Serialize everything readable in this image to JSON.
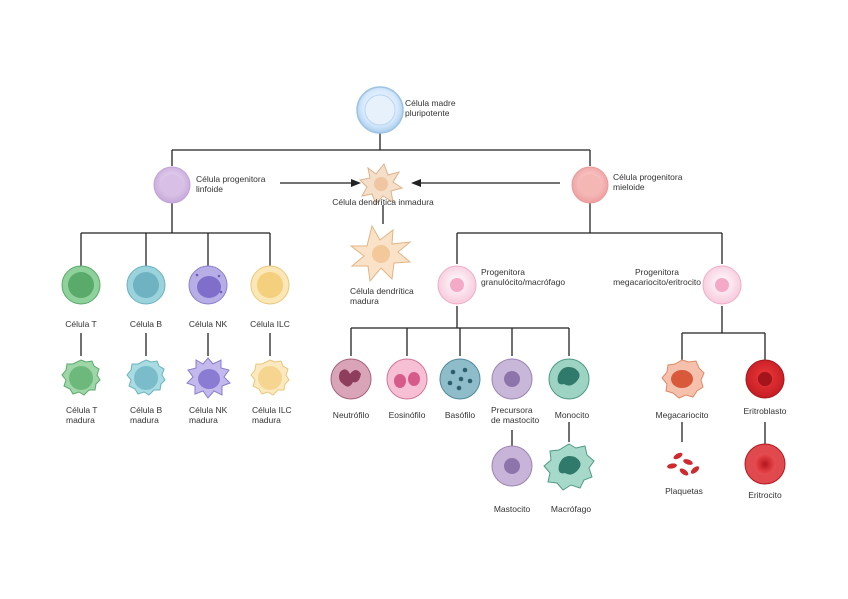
{
  "diagram": {
    "stem": {
      "line1": "Célula madre",
      "line2": "pluripotente"
    },
    "lymphoid": {
      "line1": "Célula progenitora",
      "line2": "linfoide"
    },
    "myeloid": {
      "line1": "Célula progenitora",
      "line2": "mieloide"
    },
    "immature_dc": "Célula dendrítica inmadura",
    "mature_dc": {
      "line1": "Célula dendrítica",
      "line2": "madura"
    },
    "lymph_cells": [
      {
        "label": "Célula T",
        "mature1": "Célula T",
        "mature2": "madura",
        "color": "#6dbf7a"
      },
      {
        "label": "Célula B",
        "mature1": "Célula B",
        "mature2": "madura",
        "color": "#7cc2cf"
      },
      {
        "label": "Célula NK",
        "mature1": "Célula NK",
        "mature2": "madura",
        "color": "#9a8fd6"
      },
      {
        "label": "Célula ILC",
        "mature1": "Célula ILC",
        "mature2": "madura",
        "color": "#f3d48c"
      }
    ],
    "gm_progenitor": {
      "line1": "Progenitora",
      "line2": "granulócito/macrófago"
    },
    "mk_progenitor": {
      "line1": "Progenitora",
      "line2": "megacariocito/eritrocito"
    },
    "granulocytes": [
      {
        "label": "Neutrófilo"
      },
      {
        "label": "Eosinófilo"
      },
      {
        "label": "Basófilo"
      },
      {
        "label1": "Precursora",
        "label2": "de mastocito"
      },
      {
        "label": "Monocito"
      }
    ],
    "mastocyte": "Mastocito",
    "macrophage": "Macrófago",
    "megakaryocyte": "Megacariocito",
    "erythroblast": "Eritroblasto",
    "platelets": "Plaquetas",
    "erythrocyte": "Eritrocito"
  }
}
